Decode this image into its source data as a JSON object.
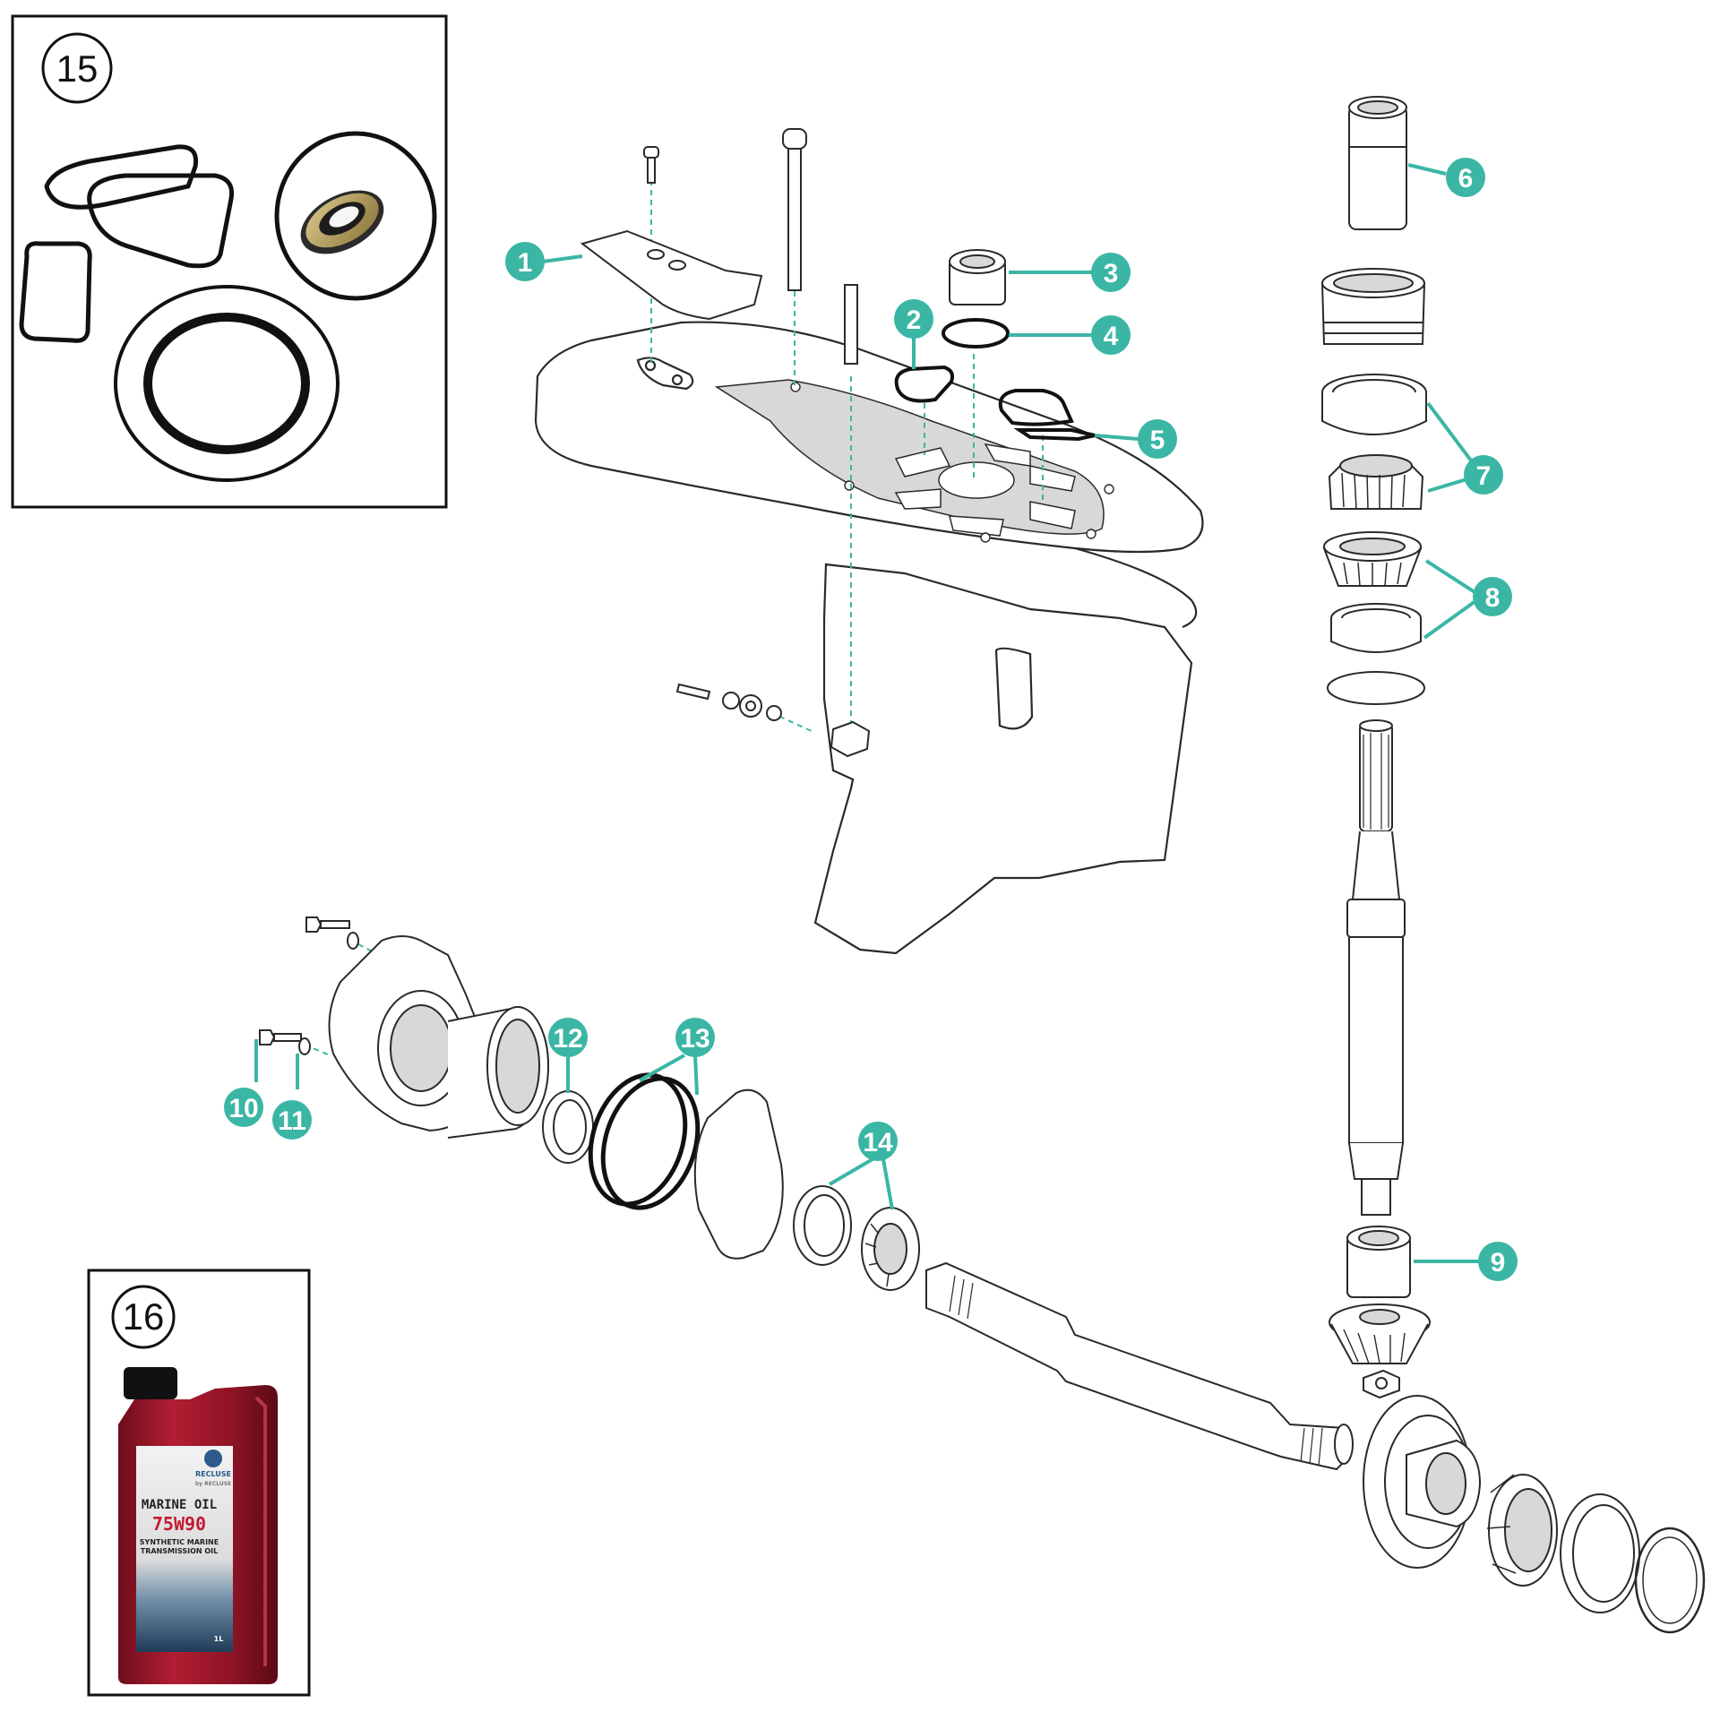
{
  "colors": {
    "accent": "#3bb6a5",
    "outline": "#2a2a2a",
    "shade": "#d8d8d8",
    "bottle_red": "#a3172b"
  },
  "callouts": [
    "1",
    "2",
    "3",
    "4",
    "5",
    "6",
    "7",
    "8",
    "9",
    "10",
    "11",
    "12",
    "13",
    "14"
  ],
  "insets": {
    "gasket_kit": {
      "number": "15"
    },
    "oil": {
      "number": "16",
      "brand": "RECLUSE",
      "brand_sub": "by RECLUSE",
      "product": "MARINE OIL",
      "grade": "75W90",
      "desc_line1": "SYNTHETIC MARINE",
      "desc_line2": "TRANSMISSION OIL",
      "volume": "1L"
    }
  }
}
